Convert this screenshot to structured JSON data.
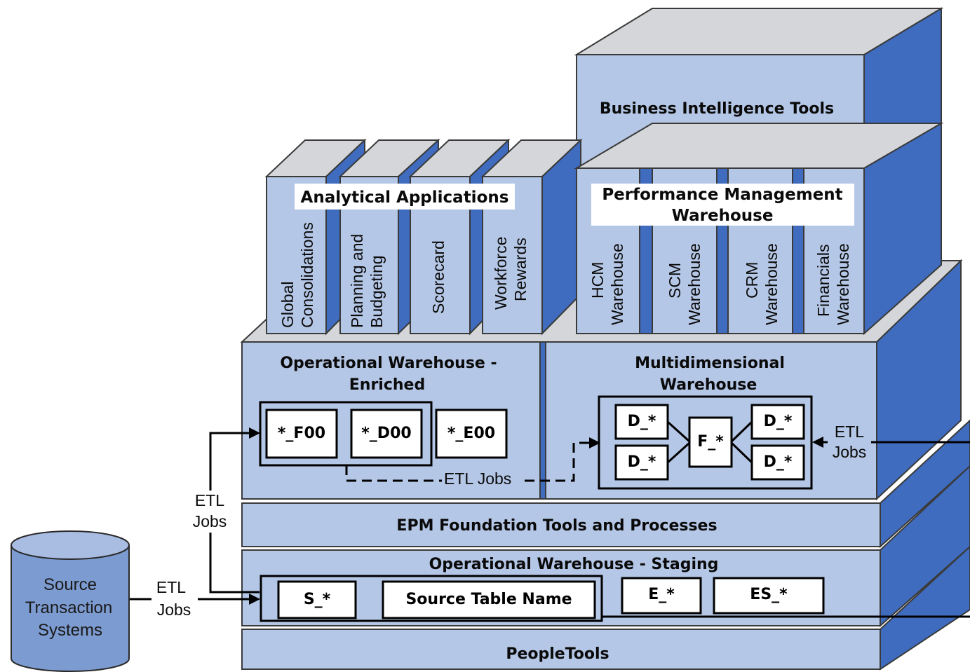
{
  "layers": {
    "bi_tools": "Business Intelligence Tools",
    "analytical_apps": "Analytical Applications",
    "perf_mgmt_line1": "Performance Management",
    "perf_mgmt_line2": "Warehouse",
    "ow_enriched_line1": "Operational Warehouse -",
    "ow_enriched_line2": "Enriched",
    "mdw_line1": "Multidimensional",
    "mdw_line2": "Warehouse",
    "epm_foundation": "EPM Foundation Tools and Processes",
    "ow_staging": "Operational Warehouse - Staging",
    "peopletools": "PeopleTools"
  },
  "apps": [
    {
      "line1": "Global",
      "line2": "Consolidations"
    },
    {
      "line1": "Planning and",
      "line2": "Budgeting"
    },
    {
      "line1": "Scorecard",
      "line2": ""
    },
    {
      "line1": "Workforce",
      "line2": "Rewards"
    }
  ],
  "warehouses": [
    {
      "line1": "HCM",
      "line2": "Warehouse"
    },
    {
      "line1": "SCM",
      "line2": "Warehouse"
    },
    {
      "line1": "CRM",
      "line2": "Warehouse"
    },
    {
      "line1": "Financials",
      "line2": "Warehouse"
    }
  ],
  "enriched_tables": [
    "*_F00",
    "*_D00",
    "*_E00"
  ],
  "mdw_tables": {
    "d1": "D_*",
    "d2": "D_*",
    "f": "F_*",
    "d3": "D_*",
    "d4": "D_*"
  },
  "staging_tables": [
    "S_*",
    "Source Table Name",
    "E_*",
    "ES_*"
  ],
  "source_system": {
    "line1": "Source",
    "line2": "Transaction",
    "line3": "Systems"
  },
  "etl": {
    "etl": "ETL",
    "jobs": "Jobs",
    "etl_jobs": "ETL Jobs"
  }
}
